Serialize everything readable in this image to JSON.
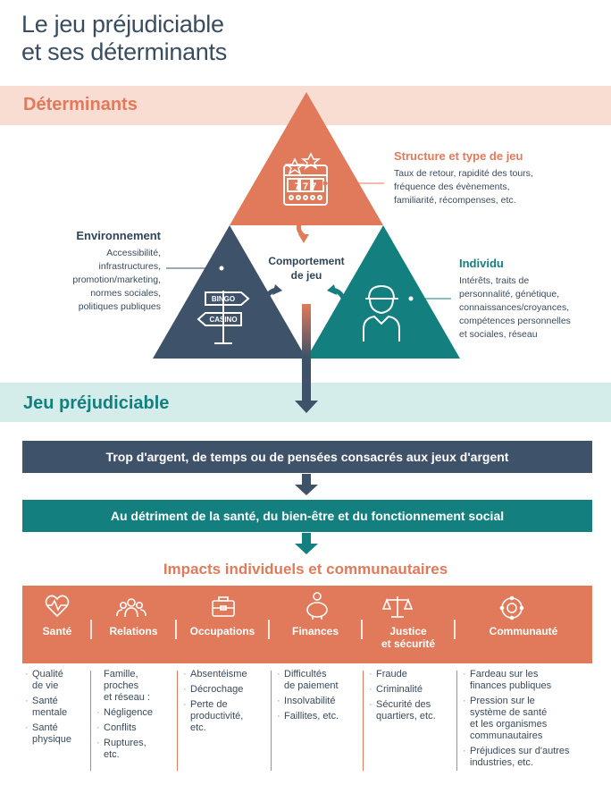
{
  "title_line1": "Le jeu préjudiciable",
  "title_line2": "et ses déterminants",
  "determinants_label": "Déterminants",
  "triangle": {
    "center_line1": "Comportement",
    "center_line2": "de jeu",
    "structure": {
      "heading": "Structure et type de jeu",
      "lines": [
        "Taux de retour, rapidité des tours,",
        "fréquence des évènements,",
        "familiarité, récompenses, etc."
      ]
    },
    "environnement": {
      "heading": "Environnement",
      "lines": [
        "Accessibilité,",
        "infrastructures,",
        "promotion/marketing,",
        "normes sociales,",
        "politiques publiques"
      ],
      "sign_top": "BINGO",
      "sign_bottom": "CASINO"
    },
    "individu": {
      "heading": "Individu",
      "lines": [
        "Intérêts, traits de",
        "personnalité, génétique,",
        "connaissances/croyances,",
        "compétences personnelles",
        "et sociales, réseau"
      ]
    }
  },
  "jeu_label": "Jeu préjudiciable",
  "bar1": "Trop d'argent, de temps ou de pensées consacrés aux jeux d'argent",
  "bar2": "Au détriment de la santé, du bien-être et du fonctionnement social",
  "impacts_title": "Impacts individuels et communautaires",
  "categories": [
    {
      "label": "Santé",
      "icon": "heart-pulse-icon"
    },
    {
      "label": "Relations",
      "icon": "people-icon"
    },
    {
      "label": "Occupations",
      "icon": "briefcase-icon"
    },
    {
      "label": "Finances",
      "icon": "piggy-bank-icon"
    },
    {
      "label": "Justice",
      "label2": "et sécurité",
      "icon": "scales-icon"
    },
    {
      "label": "Communauté",
      "icon": "community-icon"
    }
  ],
  "columns": {
    "sante": [
      "Qualité\nde vie",
      "Santé\nmentale",
      "Santé\nphysique"
    ],
    "relations_intro": "Famille,\nproches\net réseau :",
    "relations": [
      "Négligence",
      "Conflits",
      "Ruptures,\netc."
    ],
    "occupations": [
      "Absentéisme",
      "Décrochage",
      "Perte de\nproductivité,\netc."
    ],
    "finances": [
      "Difficultés\nde paiement",
      "Insolvabilité",
      "Faillites, etc."
    ],
    "justice": [
      "Fraude",
      "Criminalité",
      "Sécurité des\nquartiers, etc."
    ],
    "communaute": [
      "Fardeau sur les\nfinances publiques",
      "Pression sur le\nsystème de santé\net les organismes\ncommunautaires",
      "Préjudices sur d'autres\nindustries, etc."
    ]
  },
  "colors": {
    "orange": "#e07a5a",
    "slate": "#3e5269",
    "teal": "#13807f",
    "peach_band": "#f9ddd2",
    "teal_band": "#d4ecea"
  }
}
